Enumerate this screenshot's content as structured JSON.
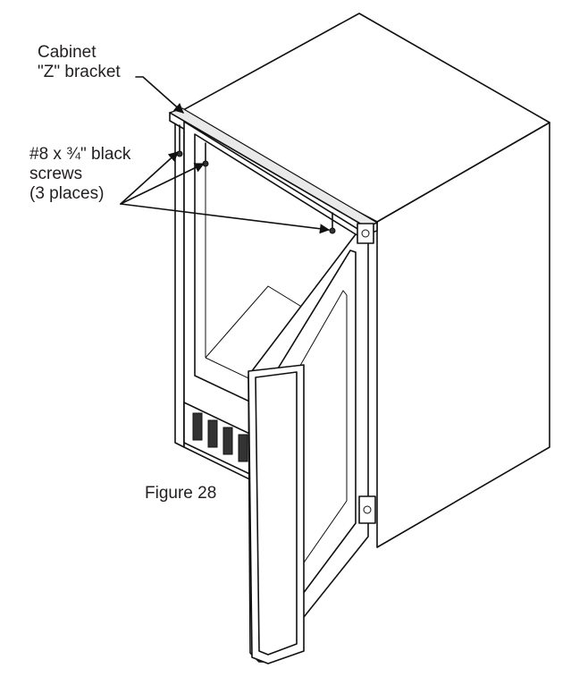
{
  "callouts": {
    "bracket": {
      "line1": "Cabinet",
      "line2": "\"Z\" bracket"
    },
    "screws": {
      "line1": "#8 x ¾\" black",
      "line2": "screws",
      "line3": "(3 places)"
    }
  },
  "figure_caption": "Figure 28"
}
